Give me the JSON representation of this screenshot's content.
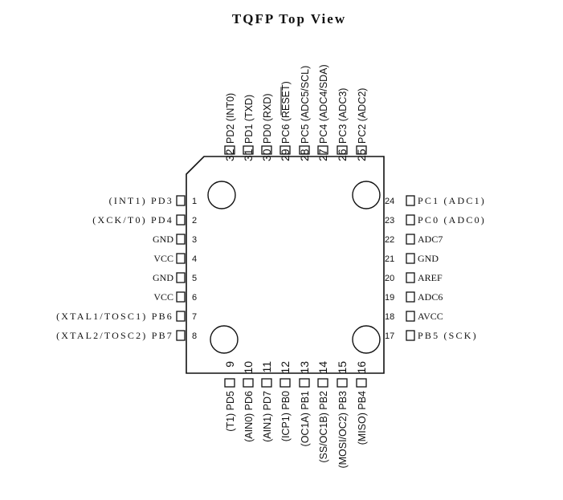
{
  "title": "TQFP Top View",
  "pins": {
    "left": [
      {
        "num": "1",
        "label": "(INT1) PD3"
      },
      {
        "num": "2",
        "label": "(XCK/T0) PD4"
      },
      {
        "num": "3",
        "label": "GND"
      },
      {
        "num": "4",
        "label": "VCC"
      },
      {
        "num": "5",
        "label": "GND"
      },
      {
        "num": "6",
        "label": "VCC"
      },
      {
        "num": "7",
        "label": "(XTAL1/TOSC1) PB6"
      },
      {
        "num": "8",
        "label": "(XTAL2/TOSC2) PB7"
      }
    ],
    "bottom": [
      {
        "num": "9",
        "label": "(T1) PD5"
      },
      {
        "num": "10",
        "label": "(AIN0) PD6"
      },
      {
        "num": "11",
        "label": "(AIN1) PD7"
      },
      {
        "num": "12",
        "label": "(ICP1) PB0"
      },
      {
        "num": "13",
        "label": "(OC1A) PB1"
      },
      {
        "num": "14",
        "label": "(SS/OC1B) PB2"
      },
      {
        "num": "15",
        "label": "(MOSI/OC2) PB3"
      },
      {
        "num": "16",
        "label": "(MISO) PB4"
      }
    ],
    "right": [
      {
        "num": "17",
        "label": "PB5 (SCK)"
      },
      {
        "num": "18",
        "label": "AVCC"
      },
      {
        "num": "19",
        "label": "ADC6"
      },
      {
        "num": "20",
        "label": "AREF"
      },
      {
        "num": "21",
        "label": "GND"
      },
      {
        "num": "22",
        "label": "ADC7"
      },
      {
        "num": "23",
        "label": "PC0 (ADC0)"
      },
      {
        "num": "24",
        "label": "PC1 (ADC1)"
      }
    ],
    "top": [
      {
        "num": "25",
        "label": "PC2 (ADC2)"
      },
      {
        "num": "26",
        "label": "PC3 (ADC3)"
      },
      {
        "num": "27",
        "label": "PC4 (ADC4/SDA)"
      },
      {
        "num": "28",
        "label": "PC5 (ADC5/SCL)"
      },
      {
        "num": "29",
        "label": "PC6 (RESET)"
      },
      {
        "num": "30",
        "label": "PD0 (RXD)"
      },
      {
        "num": "31",
        "label": "PD1 (TXD)"
      },
      {
        "num": "32",
        "label": "PD2 (INT0)"
      }
    ]
  }
}
